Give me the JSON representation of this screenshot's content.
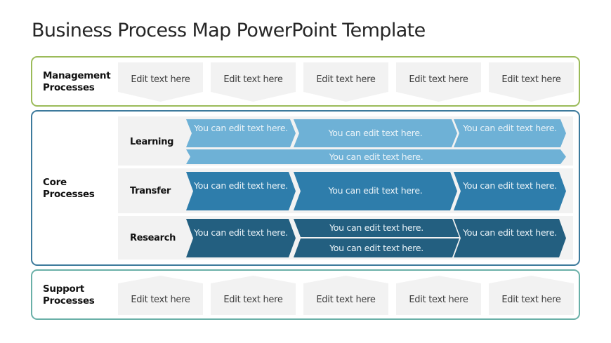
{
  "title": "Business Process Map PowerPoint Template",
  "colors": {
    "management_border": "#9bbb59",
    "core_border": "#3d7a9c",
    "support_border": "#6ab0a8",
    "box_fill": "#f2f2f2",
    "learning_fill": "#6eb1d6",
    "transfer_fill": "#2e7dab",
    "research_fill": "#235f80"
  },
  "management": {
    "label_line1": "Management",
    "label_line2": "Processes",
    "items": [
      "Edit text here",
      "Edit text here",
      "Edit text here",
      "Edit text here",
      "Edit text here"
    ]
  },
  "core": {
    "label_line1": "Core",
    "label_line2": "Processes",
    "lanes": [
      {
        "label": "Learning",
        "top": [
          "You can edit text here.",
          "You can edit text here.",
          "You can edit text here."
        ],
        "bottom": "You can edit text here."
      },
      {
        "label": "Transfer",
        "steps": [
          "You can edit text here.",
          "You can edit text here.",
          "You can edit text here."
        ]
      },
      {
        "label": "Research",
        "first": "You can edit text here.",
        "middle_top": "You can edit text here.",
        "middle_bottom": "You can edit text here.",
        "last": "You can edit text here."
      }
    ]
  },
  "support": {
    "label_line1": "Support",
    "label_line2": "Processes",
    "items": [
      "Edit text here",
      "Edit text here",
      "Edit text here",
      "Edit text here",
      "Edit text here"
    ]
  }
}
